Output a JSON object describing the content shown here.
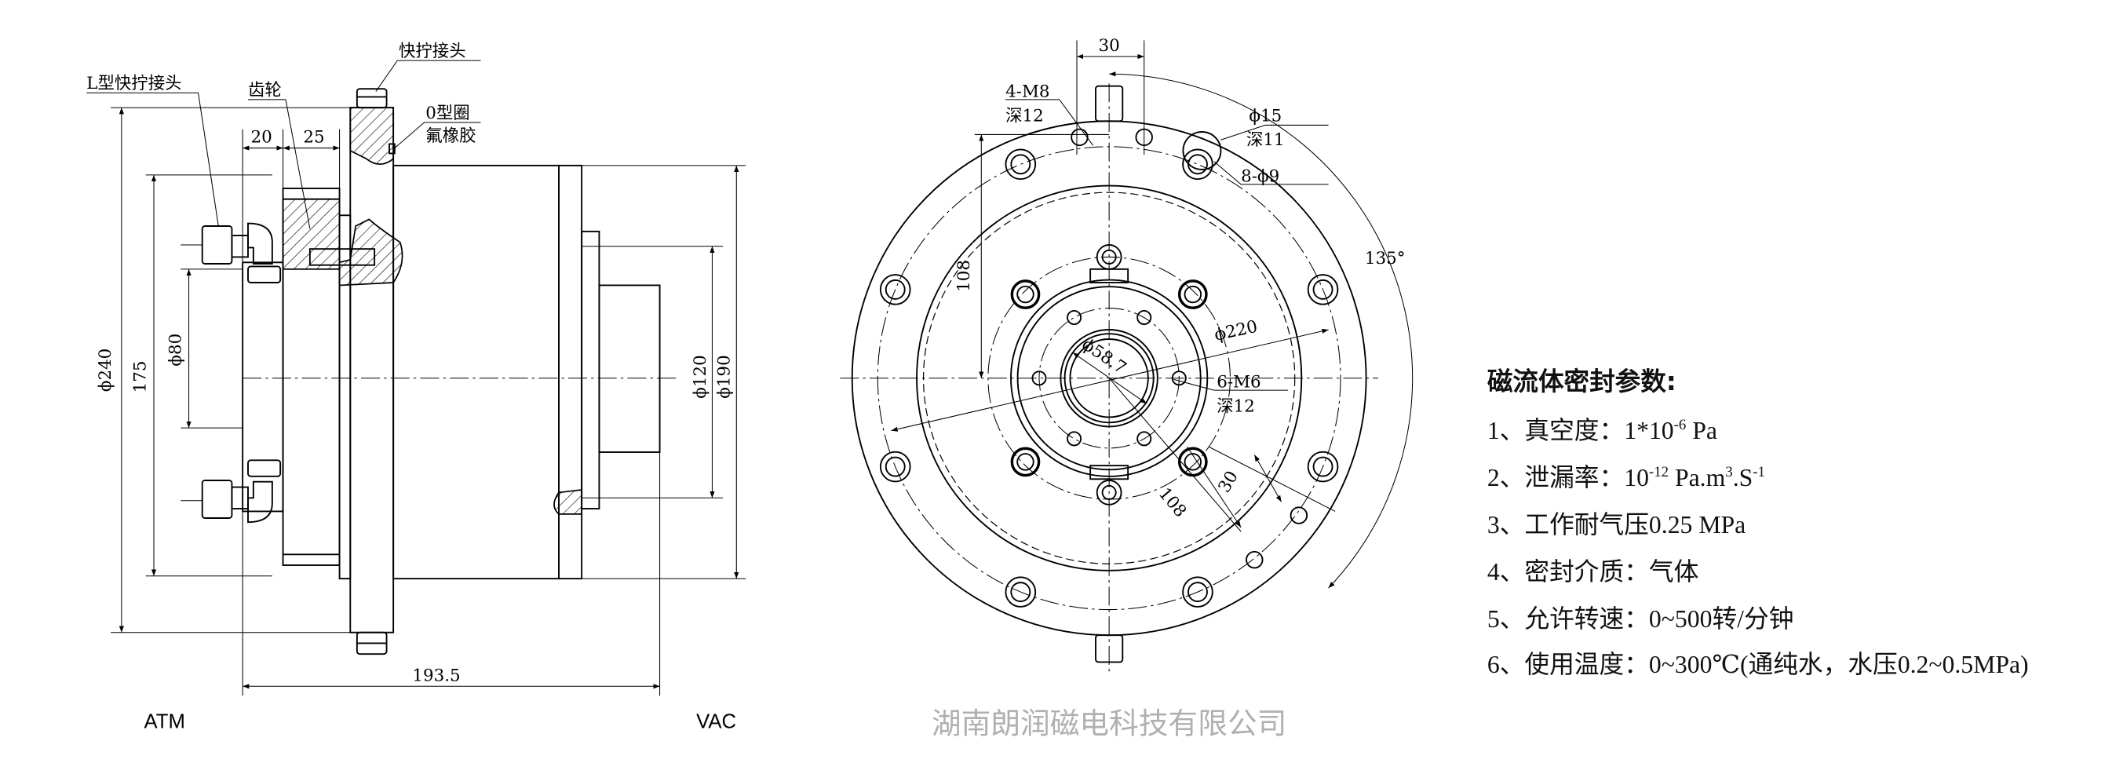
{
  "side_view": {
    "labels": {
      "quick_fitting": "快拧接头",
      "l_quick_fitting": "L型快拧接头",
      "gear": "齿轮",
      "o_ring": "0型圈",
      "fluororubber": "氟橡胶"
    },
    "dimensions": {
      "d240": "ϕ240",
      "d175": "175",
      "d80": "ϕ80",
      "d120": "ϕ120",
      "d190": "ϕ190",
      "w20": "20",
      "w25": "25",
      "length": "193.5"
    },
    "sides": {
      "atm": "ATM",
      "vac": "VAC"
    }
  },
  "front_view": {
    "dimensions": {
      "top_30": "30",
      "m8": "4-M8",
      "m8_depth": "深12",
      "d15": "ϕ15",
      "d15_depth": "深11",
      "holes": "8-ϕ9",
      "angle": "135°",
      "v108": "108",
      "d220": "ϕ220",
      "d58": "ϕ58.7",
      "m6": "6-M6",
      "m6_depth": "深12",
      "diag_30": "30",
      "diag_108": "108"
    },
    "watermark": "湖南朗润磁电科技有限公司"
  },
  "parameters": {
    "title": "磁流体密封参数:",
    "items": [
      {
        "label": "1、真空度：",
        "value": "1*10",
        "sup": "-6",
        "rest": " Pa",
        "sup2": "",
        "rest2": ""
      },
      {
        "label": "2、泄漏率：",
        "value": "10",
        "sup": "-12",
        "rest": " Pa.m",
        "sup2": "3",
        "rest2": ".S",
        "sup3": "-1"
      },
      {
        "label": "3、工作耐气压",
        "value": "0.25 MPa"
      },
      {
        "label": "4、密封介质：",
        "value": "气体"
      },
      {
        "label": "5、允许转速：",
        "value": "0~500转/分钟"
      },
      {
        "label": "6、使用温度：",
        "value": "0~300℃(通纯水，水压0.2~0.5MPa)"
      }
    ]
  }
}
